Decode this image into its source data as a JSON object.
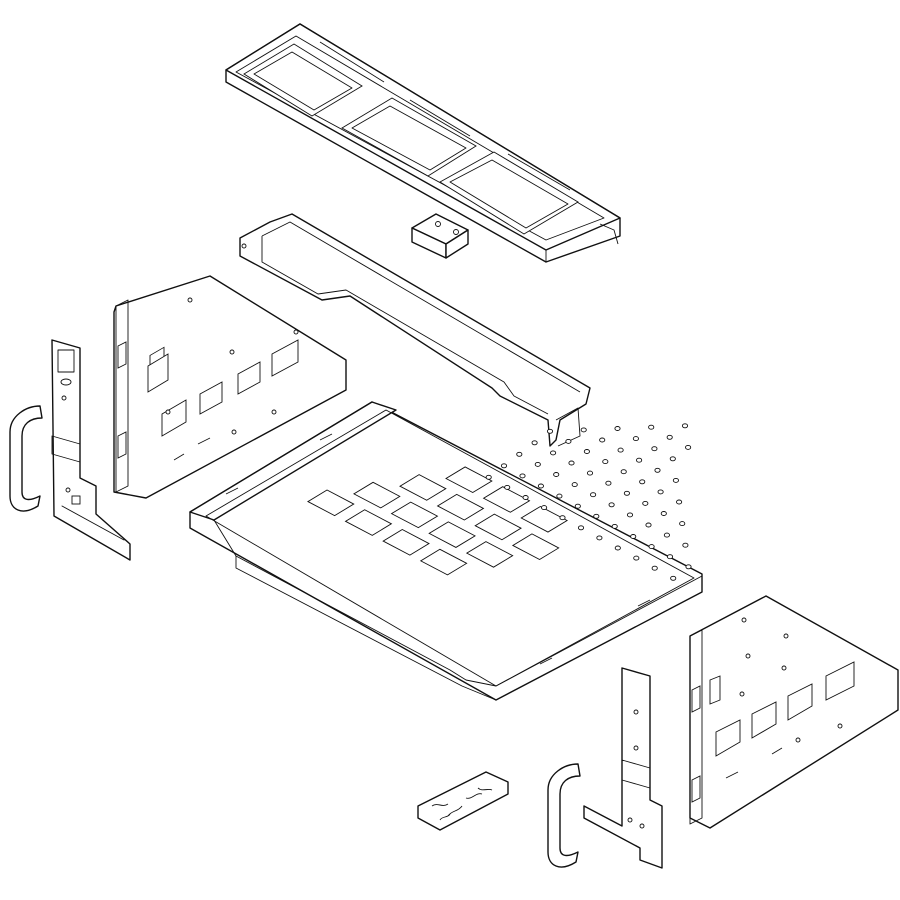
{
  "drawing": {
    "label_lines": [
      "",
      "",
      ""
    ]
  },
  "parts": {
    "tray_count": 3,
    "shelf_cutouts_rows": [
      4,
      4,
      4,
      3
    ],
    "shelf_perforation_rows": 16
  }
}
